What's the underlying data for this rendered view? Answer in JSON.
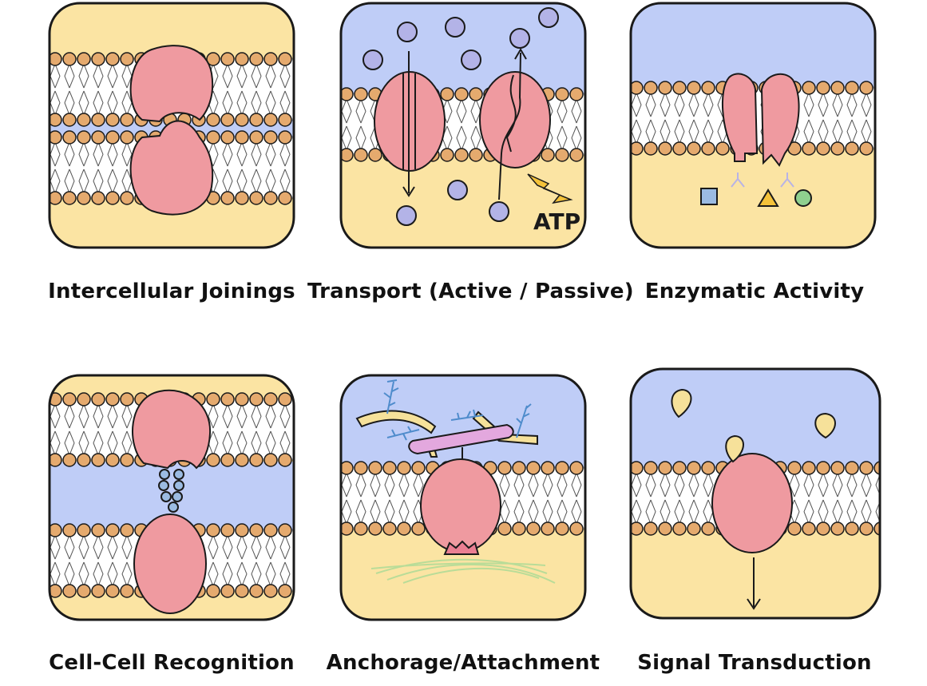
{
  "panels": [
    {
      "id": "intercellular-joinings",
      "label": "Intercellular Joinings"
    },
    {
      "id": "transport",
      "label": "Transport (Active / Passive)",
      "atp_label": "ATP"
    },
    {
      "id": "enzymatic-activity",
      "label": "Enzymatic Activity"
    },
    {
      "id": "cell-cell-recognition",
      "label": "Cell-Cell Recognition"
    },
    {
      "id": "anchorage",
      "label": "Anchorage/Attachment"
    },
    {
      "id": "signal-transduction",
      "label": "Signal Transduction"
    }
  ],
  "colors": {
    "extracellular": "#bfcdf7",
    "cytoplasm": "#fbe4a3",
    "lipid_head": "#e5aa6e",
    "protein": "#ef9aa0",
    "solute": "#b3b3e7",
    "outline": "#1a1a1a"
  }
}
